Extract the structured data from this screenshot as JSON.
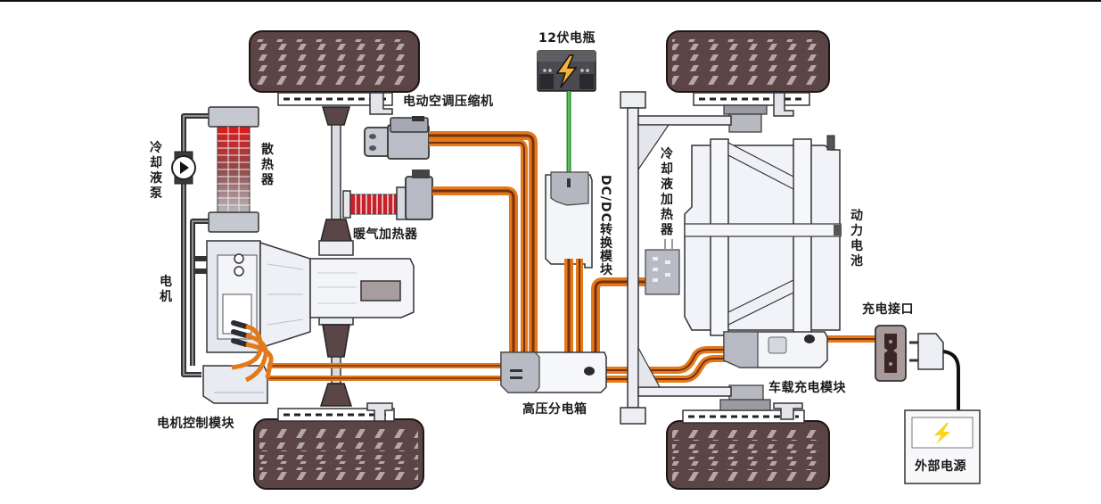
{
  "diagram": {
    "title": "",
    "type": "electric-vehicle-powertrain-schematic",
    "components": {
      "battery_12v": {
        "label": "12伏电瓶"
      },
      "ac_compressor": {
        "label": "电动空调压缩机"
      },
      "heater": {
        "label": "暖气加热器"
      },
      "radiator": {
        "label": "散热器"
      },
      "coolant_pump": {
        "label": "冷却液泵"
      },
      "motor": {
        "label": "电机"
      },
      "motor_controller": {
        "label": "电机控制模块"
      },
      "dcdc": {
        "label": "DC/DC转换模块"
      },
      "hv_box": {
        "label": "高压分电箱"
      },
      "coolant_heater": {
        "label": "冷却液加热器"
      },
      "power_battery": {
        "label": "动力电池"
      },
      "charge_port": {
        "label": "充电接口"
      },
      "onboard_charger": {
        "label": "车载充电模块"
      },
      "external_power": {
        "label": "外部电源"
      }
    },
    "colors": {
      "hv_cable": "#e8821e",
      "hv_cable_core": "#8a3b10",
      "lv_cable": "#3aa13a",
      "tire": "#5a4444",
      "radiator_hot": "#d42a2a",
      "outline": "#222222",
      "part_fill": "#eef0f6",
      "part_gray": "#b9bcc6"
    }
  }
}
